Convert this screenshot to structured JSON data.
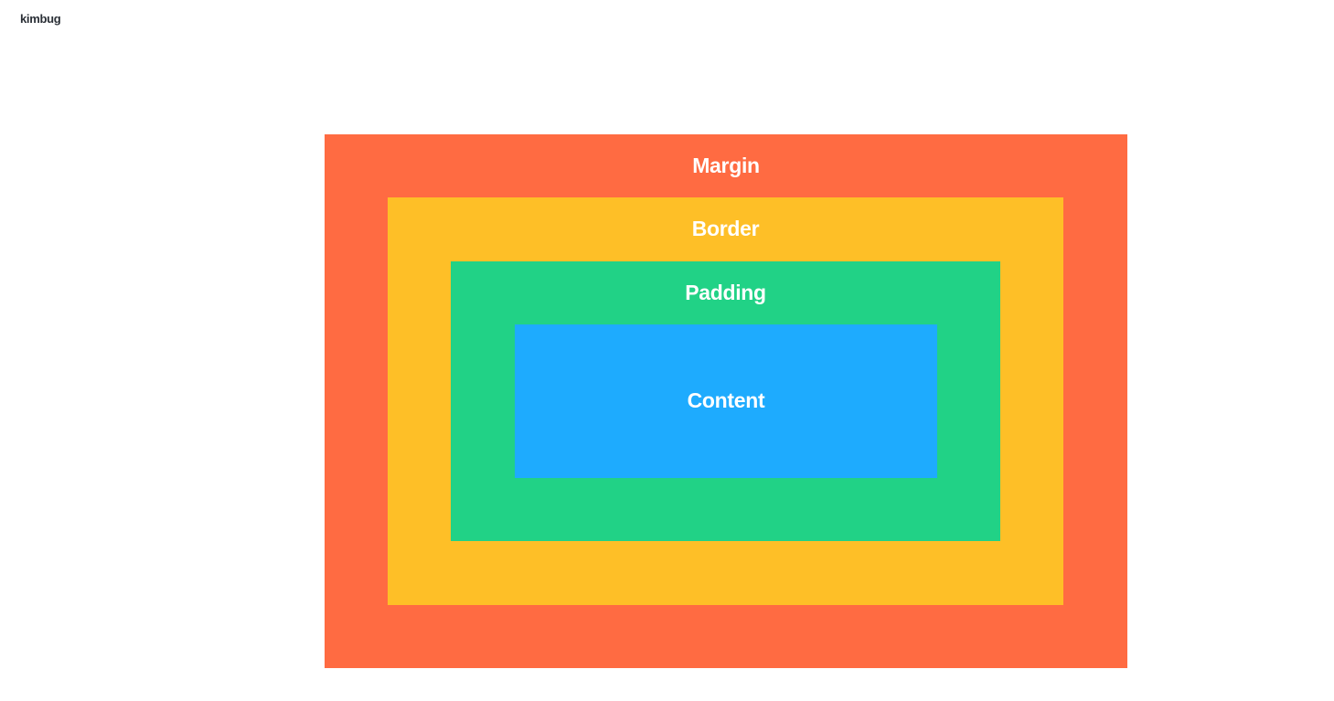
{
  "logo": "kimbug",
  "layers": {
    "margin": {
      "label": "Margin",
      "color": "#FF6B42"
    },
    "border": {
      "label": "Border",
      "color": "#FEBF27"
    },
    "padding": {
      "label": "Padding",
      "color": "#21D286"
    },
    "content": {
      "label": "Content",
      "color": "#1EABFE"
    }
  }
}
